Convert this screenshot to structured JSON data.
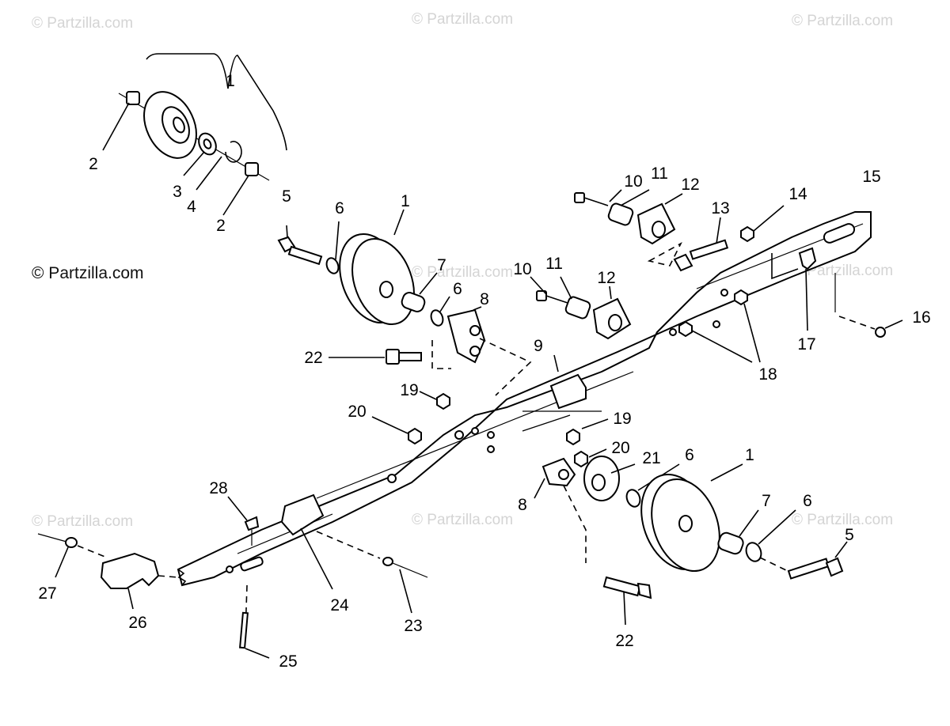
{
  "watermark": "© Partzilla.com",
  "copyright": "© Partzilla.com",
  "callouts": {
    "c1a": "1",
    "c2a": "2",
    "c3": "3",
    "c4": "4",
    "c2b": "2",
    "c5a": "5",
    "c6a": "6",
    "c1b": "1",
    "c7a": "7",
    "c6b": "6",
    "c8a": "8",
    "c10a": "10",
    "c11a": "11",
    "c12a": "12",
    "c10b": "10",
    "c11b": "11",
    "c12b": "12",
    "c13": "13",
    "c14": "14",
    "c15": "15",
    "c16": "16",
    "c17": "17",
    "c18": "18",
    "c9": "9",
    "c22a": "22",
    "c19a": "19",
    "c19b": "19",
    "c20a": "20",
    "c20b": "20",
    "c21": "21",
    "c6c": "6",
    "c1c": "1",
    "c7b": "7",
    "c6d": "6",
    "c5b": "5",
    "c8b": "8",
    "c22b": "22",
    "c28": "28",
    "c27": "27",
    "c26": "26",
    "c24": "24",
    "c23": "23",
    "c25": "25"
  }
}
